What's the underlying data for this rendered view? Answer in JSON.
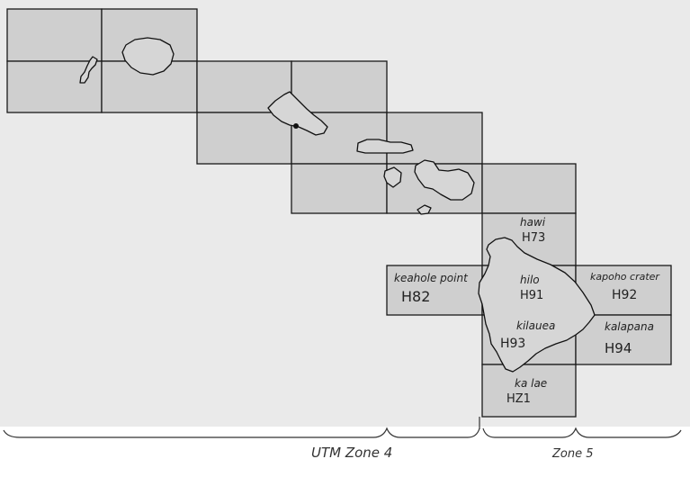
{
  "tiles": [
    {
      "place": "hawi",
      "code": "H73"
    },
    {
      "place": "keahole point",
      "code": "H82"
    },
    {
      "place": "hilo",
      "code": "H91"
    },
    {
      "place": "kapoho crater",
      "code": "H92"
    },
    {
      "place": "kilauea",
      "code": "H93"
    },
    {
      "place": "kalapana",
      "code": "H94"
    },
    {
      "place": "ka lae",
      "code": "HZ1"
    }
  ],
  "zones": {
    "zone4": "UTM Zone 4",
    "zone5": "Zone 5"
  },
  "colors": {
    "tile_fill": "#cfcfcf",
    "background": "#eaeaea",
    "line": "#1a1a1a"
  }
}
